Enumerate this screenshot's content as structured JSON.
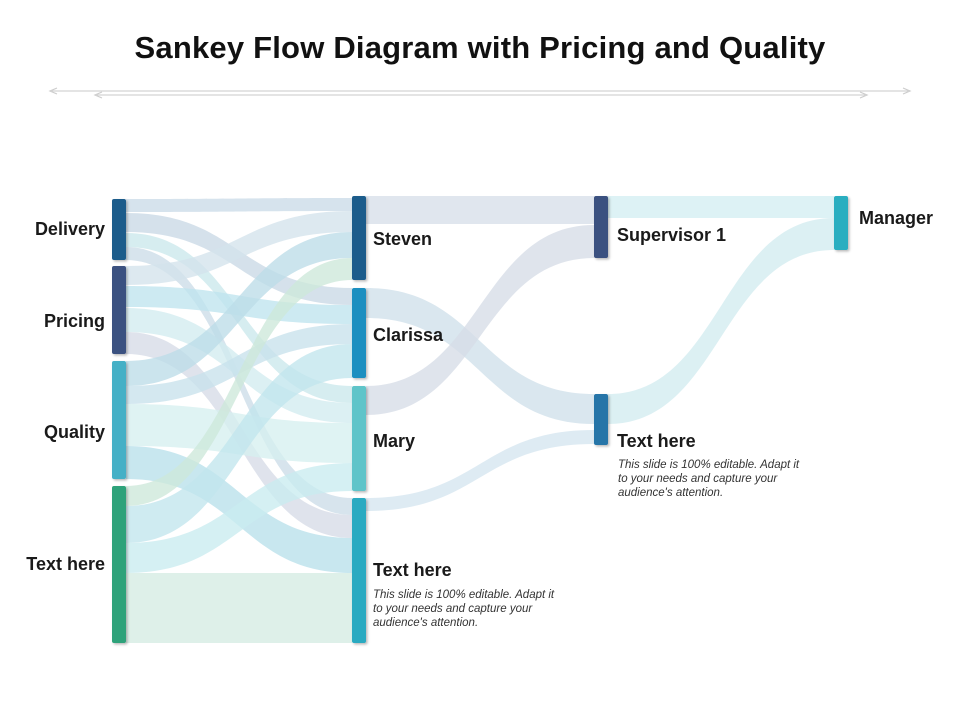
{
  "title": "Sankey Flow Diagram with Pricing and Quality",
  "colors": {
    "delivery": "#1f5c8b",
    "pricing": "#3b5180",
    "quality": "#45b0c6",
    "text_left": "#2fa27a",
    "steven": "#1f5c8b",
    "clarissa": "#1a8fc0",
    "mary": "#5ec4c9",
    "text_mid": "#2aaac1",
    "supervisor": "#3b5180",
    "text_right": "#2674a8",
    "manager": "#2aaec0"
  },
  "nodes": {
    "delivery": {
      "label": "Delivery"
    },
    "pricing": {
      "label": "Pricing"
    },
    "quality": {
      "label": "Quality"
    },
    "text_left": {
      "label": "Text here"
    },
    "steven": {
      "label": "Steven"
    },
    "clarissa": {
      "label": "Clarissa"
    },
    "mary": {
      "label": "Mary"
    },
    "text_mid": {
      "label": "Text here",
      "description": "This slide is 100% editable. Adapt it to your needs and capture your audience's attention."
    },
    "supervisor": {
      "label": "Supervisor 1"
    },
    "text_right": {
      "label": "Text here",
      "description": "This slide is 100% editable. Adapt it to your needs and capture your audience's attention."
    },
    "manager": {
      "label": "Manager"
    }
  }
}
